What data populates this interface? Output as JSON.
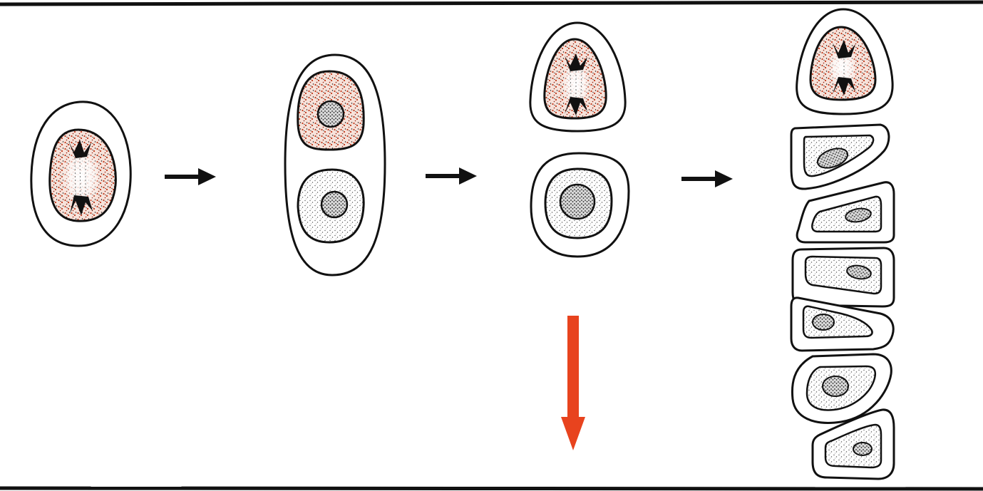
{
  "diagram": {
    "stages": [
      {
        "name": "mitotic-cell",
        "nucleus": "stippled",
        "spindle": true
      },
      {
        "name": "divided-cell-pair",
        "nucleus": "round",
        "spindle": false
      },
      {
        "name": "separated-cells",
        "nucleus": "round",
        "spindle": true
      },
      {
        "name": "cell-column",
        "nucleus": "elongated",
        "spindle": true
      }
    ],
    "arrows": [
      {
        "from": "mitotic-cell",
        "to": "divided-cell-pair",
        "direction": "right",
        "color": "#111111"
      },
      {
        "from": "divided-cell-pair",
        "to": "separated-cells",
        "direction": "right",
        "color": "#111111"
      },
      {
        "from": "separated-cells",
        "to": "cell-column",
        "direction": "right",
        "color": "#111111"
      },
      {
        "from": "separated-cells",
        "to": "",
        "direction": "down",
        "color": "#e8431e"
      }
    ],
    "colors": {
      "outline": "#111111",
      "cytoplasm_active": "#c0391b",
      "cytoplasm_resting": "#8a8a8a",
      "highlight_arrow": "#e8431e",
      "background": "#ffffff"
    }
  }
}
